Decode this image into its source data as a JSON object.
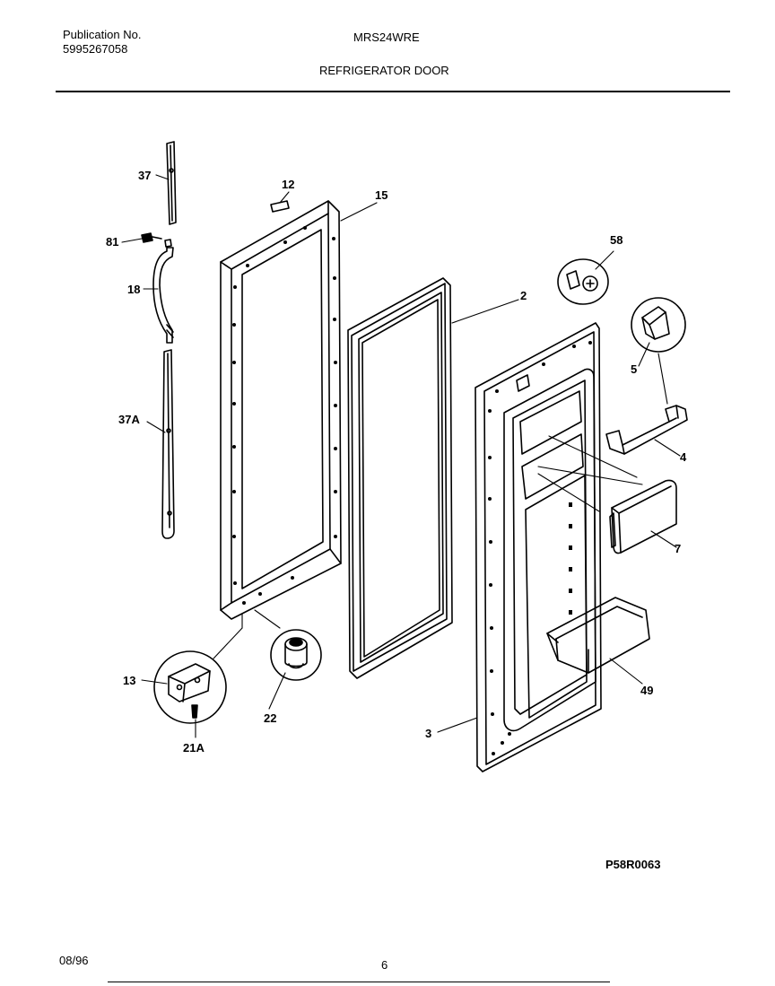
{
  "header": {
    "publication_label": "Publication No.",
    "publication_number": "5995267058",
    "model": "MRS24WRE",
    "section_title": "REFRIGERATOR DOOR"
  },
  "callouts": {
    "c37": "37",
    "c81": "81",
    "c18": "18",
    "c37a": "37A",
    "c12": "12",
    "c15": "15",
    "c58": "58",
    "c2": "2",
    "c5": "5",
    "c4": "4",
    "c7": "7",
    "c49": "49",
    "c3": "3",
    "c13": "13",
    "c22": "22",
    "c21a": "21A"
  },
  "diagram_code": "P58R0063",
  "footer": {
    "date": "08/96",
    "page": "6"
  }
}
